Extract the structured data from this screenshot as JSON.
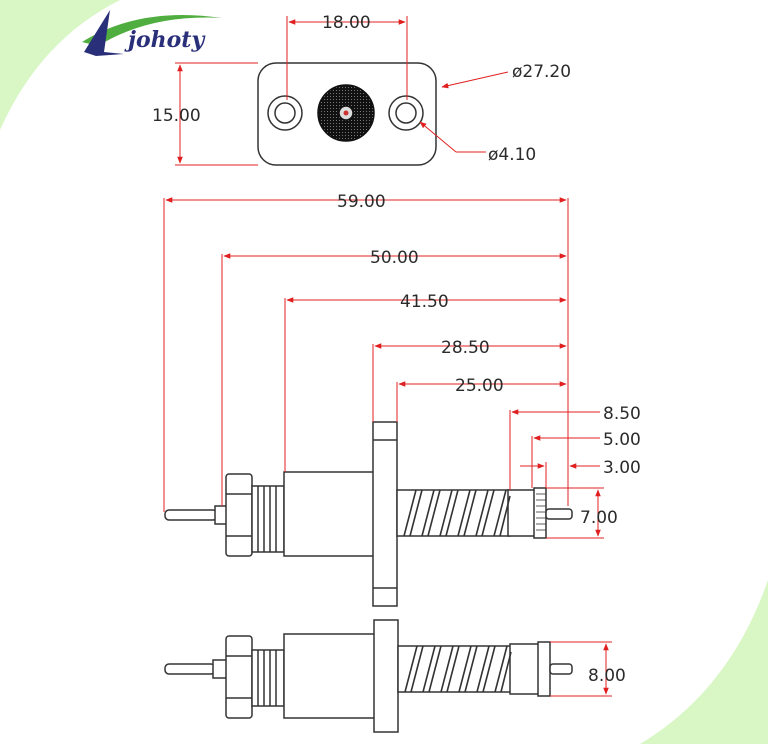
{
  "brand": {
    "name": "johoty",
    "color_primary": "#2a2f7a",
    "color_accent": "#4fae3f"
  },
  "colors": {
    "line": "#333333",
    "dimension": "#e02020",
    "green_corner": "#d8f7c4"
  },
  "dimensions": {
    "top_spacing": "18.00",
    "top_height": "15.00",
    "flange_dia": "ø27.20",
    "hole_dia": "ø4.10",
    "len_59": "59.00",
    "len_50": "50.00",
    "len_41": "41.50",
    "len_28": "28.50",
    "len_25": "25.00",
    "len_8_5": "8.50",
    "len_5": "5.00",
    "len_3": "3.00",
    "dia_7": "7.00",
    "dia_8": "8.00"
  }
}
